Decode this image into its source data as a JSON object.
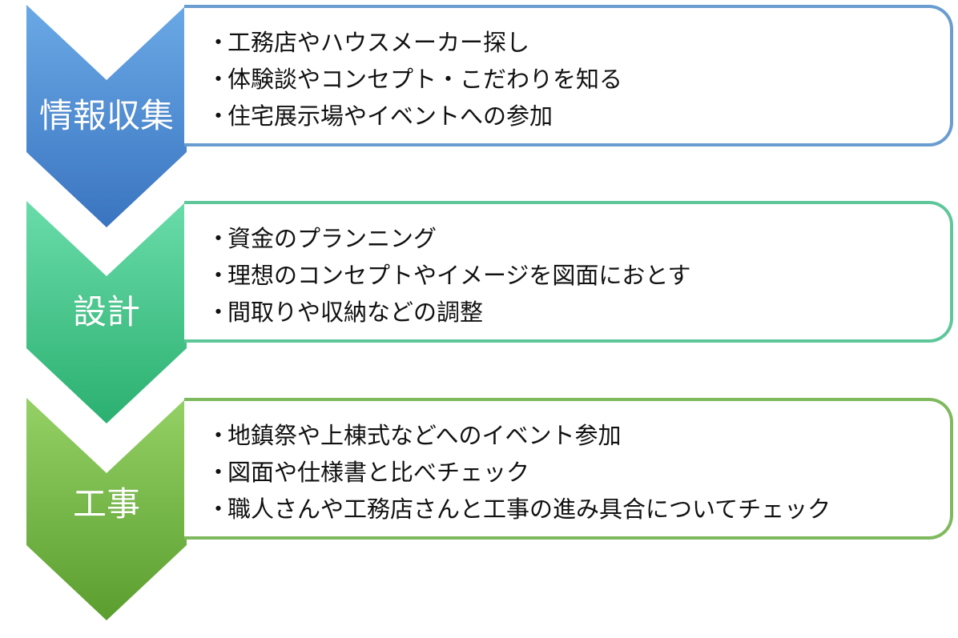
{
  "steps": [
    {
      "label": "情報収集",
      "color_top": "#5c9ee0",
      "color_bottom": "#3b77c4",
      "border_color": "#6a9dcf",
      "items": [
        "工務店やハウスメーカー探し",
        "体験談やコンセプト・こだわりを知る",
        "住宅展示場やイベントへの参加"
      ]
    },
    {
      "label": "設計",
      "color_top": "#5fd6a0",
      "color_bottom": "#2fb475",
      "border_color": "#5ec79a",
      "items": [
        "資金のプランニング",
        "理想のコンセプトやイメージを図面におとす",
        "間取りや収納などの調整"
      ]
    },
    {
      "label": "工事",
      "color_top": "#8ccc5a",
      "color_bottom": "#5ea332",
      "border_color": "#7fb95e",
      "items": [
        "地鎮祭や上棟式などへのイベント参加",
        "図面や仕様書と比べチェック",
        "職人さんや工務店さんと工事の進み具合についてチェック"
      ]
    }
  ],
  "bullet": "・"
}
